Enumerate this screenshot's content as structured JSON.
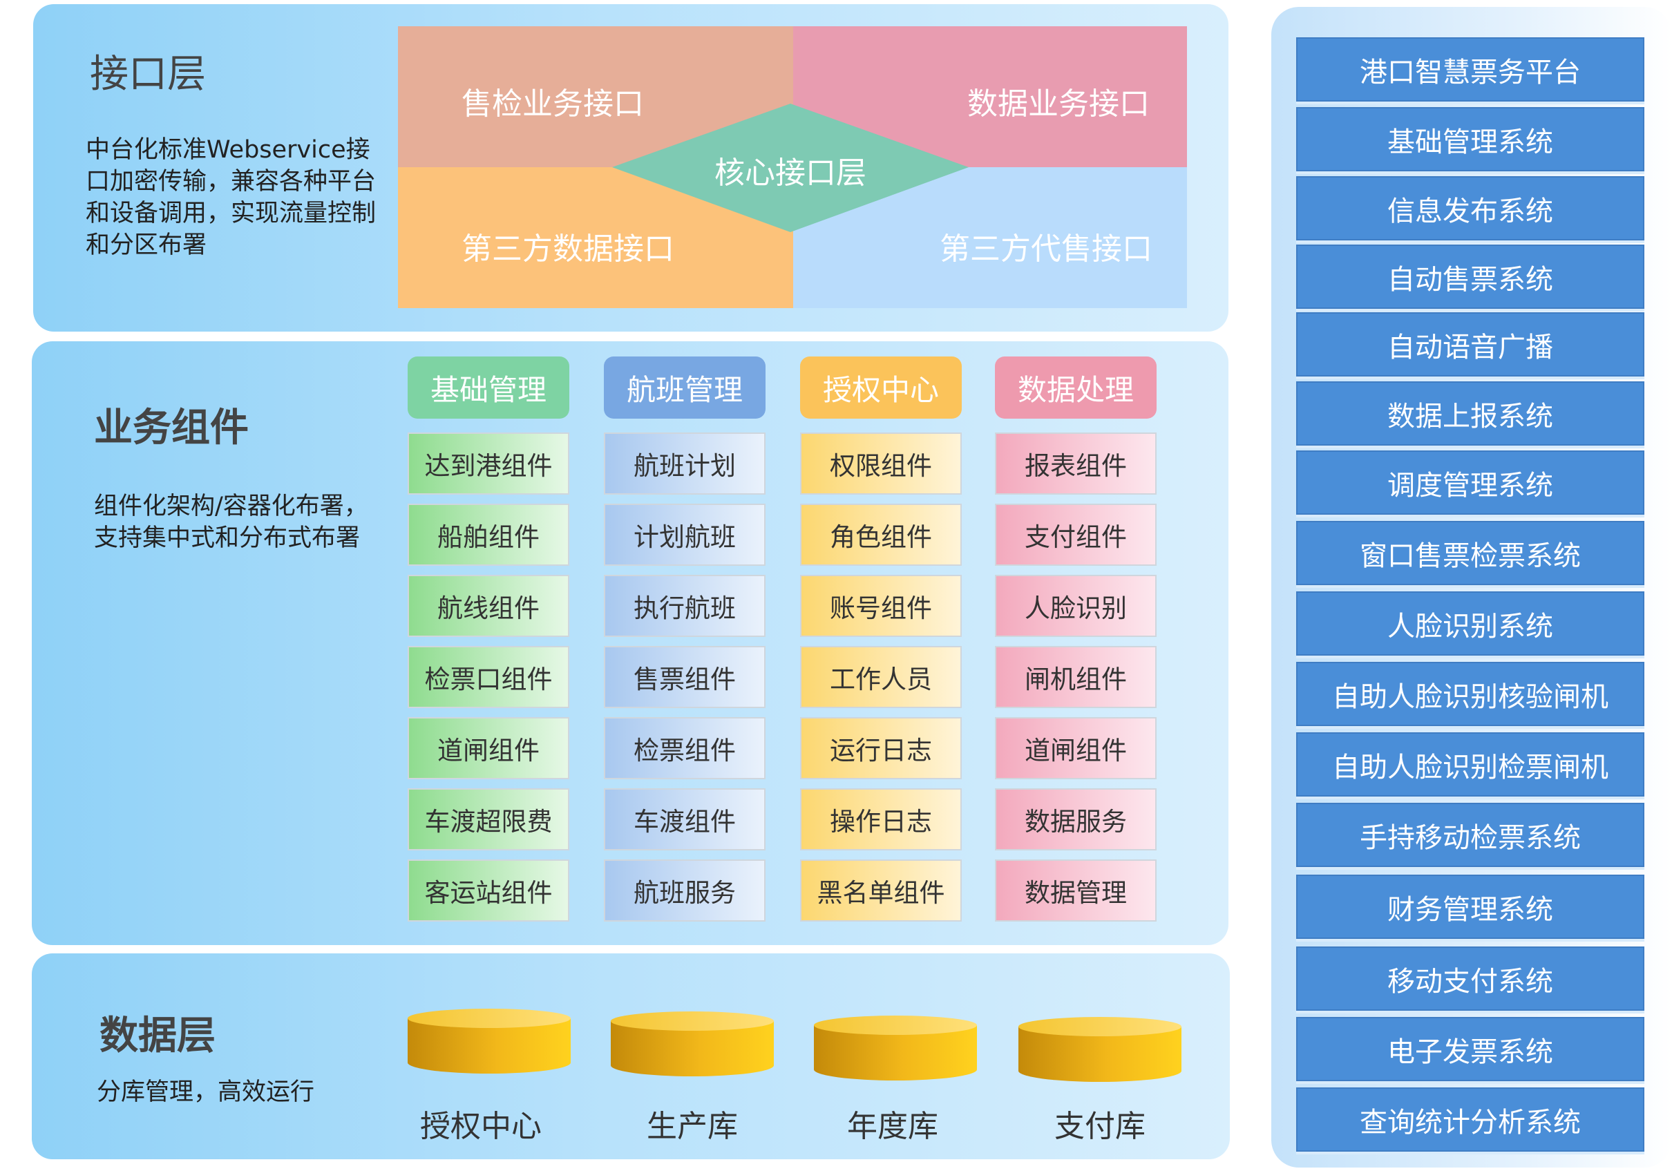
{
  "interface_layer": {
    "title": "接口层",
    "description": "中台化标准Webservice接口加密传输，兼容各种平台和设备调用，实现流量控制和分区布署",
    "top_left": "售检业务接口",
    "top_right": "数据业务接口",
    "bottom_left": "第三方数据接口",
    "bottom_right": "第三方代售接口",
    "center": "核心接口层"
  },
  "business_components": {
    "title": "业务组件",
    "description_line1": "组件化架构/容器化布署，",
    "description_line2": "支持集中式和分布式布署",
    "columns": [
      {
        "title": "基础管理",
        "items": [
          "达到港组件",
          "船舶组件",
          "航线组件",
          "检票口组件",
          "道闸组件",
          "车渡超限费",
          "客运站组件"
        ]
      },
      {
        "title": "航班管理",
        "items": [
          "航班计划",
          "计划航班",
          "执行航班",
          "售票组件",
          "检票组件",
          "车渡组件",
          "航班服务"
        ]
      },
      {
        "title": "授权中心",
        "items": [
          "权限组件",
          "角色组件",
          "账号组件",
          "工作人员",
          "运行日志",
          "操作日志",
          "黑名单组件"
        ]
      },
      {
        "title": "数据处理",
        "items": [
          "报表组件",
          "支付组件",
          "人脸识别",
          "闸机组件",
          "道闸组件",
          "数据服务",
          "数据管理"
        ]
      }
    ]
  },
  "data_layer": {
    "title": "数据层",
    "description": "分库管理，高效运行",
    "databases": [
      "授权中心",
      "生产库",
      "年度库",
      "支付库"
    ]
  },
  "systems": [
    "港口智慧票务平台",
    "基础管理系统",
    "信息发布系统",
    "自动售票系统",
    "自动语音广播",
    "数据上报系统",
    "调度管理系统",
    "窗口售票检票系统",
    "人脸识别系统",
    "自助人脸识别核验闸机",
    "自助人脸识别检票闸机",
    "手持移动检票系统",
    "财务管理系统",
    "移动支付系统",
    "电子发票系统",
    "查询统计分析系统"
  ],
  "colors": {
    "quad_top_left": "#e6ae98",
    "quad_top_right": "#e89cb0",
    "quad_bottom_left": "#fcc27a",
    "quad_bottom_right": "#b9dcfc",
    "center_diamond": "#7ecab3",
    "cat_green": "#7ed3a3",
    "cat_blue": "#78a7e2",
    "cat_yellow": "#fbc35a",
    "cat_pink": "#ee9aae",
    "system_box": "#4a8ed8"
  }
}
